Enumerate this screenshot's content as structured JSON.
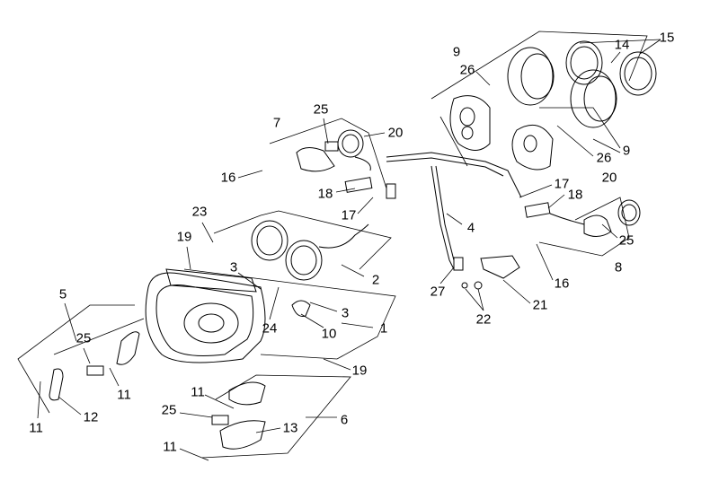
{
  "diagram": {
    "type": "exploded-parts-diagram",
    "line_color": "#000000",
    "part_numbers": [
      "15",
      "14",
      "9",
      "26",
      "25",
      "7",
      "20",
      "16",
      "18",
      "17",
      "17",
      "18",
      "20",
      "9",
      "26",
      "4",
      "23",
      "19",
      "3",
      "2",
      "5",
      "25",
      "8",
      "16",
      "27",
      "21",
      "22",
      "3",
      "1",
      "24",
      "10",
      "25",
      "11",
      "19",
      "11",
      "6",
      "12",
      "11",
      "25",
      "13",
      "11"
    ]
  }
}
